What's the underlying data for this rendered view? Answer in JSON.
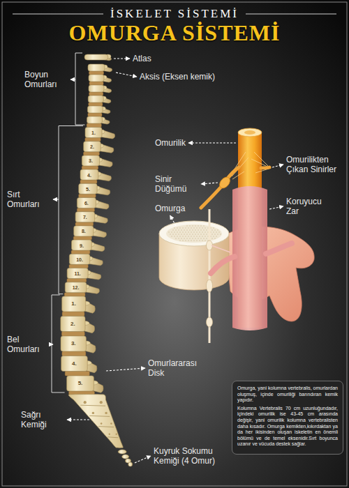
{
  "diagram": {
    "title": "OMURGA SİSTEMİ",
    "nodes": [
      {
        "text": [
          "Omurga, yani kolumna vertebralis, omurlardan oluşmuş, içinde omuriliği barındıran kemik yapıdır.",
          "Kolumna Vertebralis 70 cm uzunluğundadır, içindeki omurilik ise 43-45 cm arasında değişir, yani omurilik kolumna vertebralisten daha kısadır. Omurga kemikten,kıkırdaktan ya da her ikisinden oluşan iskeletin en önemli bölümü ve de temel eksenidir.Sırt boyunca uzanır ve vücuda destek sağlar."
        ]
      }
    ],
    "labels": [
      "İSKELET SİSTEMİ",
      "Atlas",
      "Boyun Omurları",
      "Aksis (Eksen kemik)",
      "Omurilik",
      "Omurilikten Çıkan Sinirler",
      "Sinir Düğümü",
      "Sırt Omurları",
      "Omurga",
      "Koruyucu Zar",
      "1.",
      "2.",
      "3.",
      "4.",
      "5.",
      "6.",
      "7.",
      "8.",
      "9.",
      "10.",
      "11.",
      "12.",
      "Bel Omurları",
      "1.",
      "2.",
      "3.",
      "4.",
      "5.",
      "Omurlararası Disk",
      "Sağrı Kemiği",
      "Kuyruk Sokumu Kemiği (4 Omur)"
    ]
  }
}
